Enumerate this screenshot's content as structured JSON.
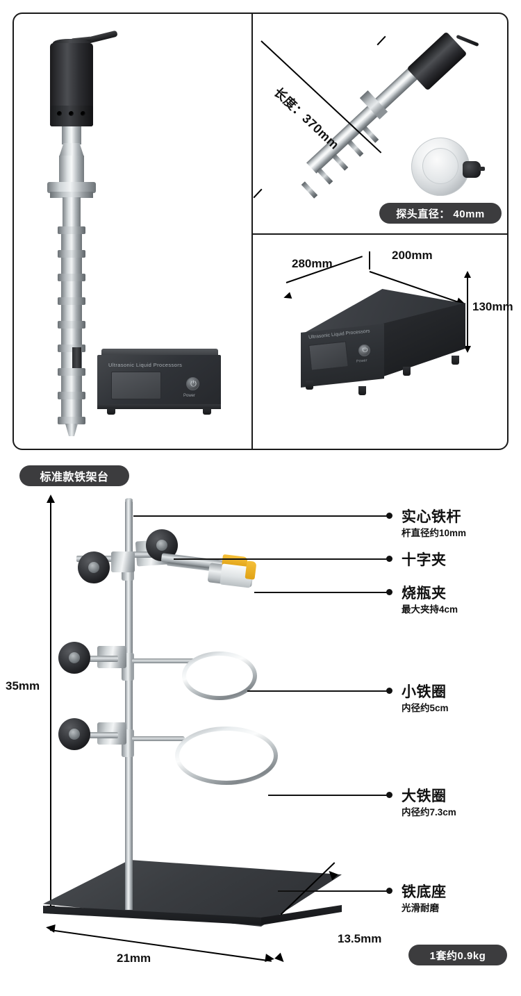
{
  "top_panel": {
    "probe_length_label": "长度：370mm",
    "probe_diameter_badge": "探头直径： 40mm",
    "controller_brand": "Ultrasonic Liquid Processors",
    "power_label": "Power",
    "power_icon": "power-icon",
    "box_dimensions": {
      "width": "280mm",
      "depth": "200mm",
      "height": "130mm"
    }
  },
  "stand_section": {
    "title_badge": "标准款铁架台",
    "weight_badge": "1套约0.9kg",
    "height_dim": "35mm",
    "base_width_dim": "21mm",
    "base_depth_dim": "13.5mm",
    "callouts": [
      {
        "title": "实心铁杆",
        "sub": "杆直径约10mm"
      },
      {
        "title": "十字夹",
        "sub": ""
      },
      {
        "title": "烧瓶夹",
        "sub": "最大夹持4cm"
      },
      {
        "title": "小铁圈",
        "sub": "内径约5cm"
      },
      {
        "title": "大铁圈",
        "sub": "内径约7.3cm"
      },
      {
        "title": "铁底座",
        "sub": "光滑耐磨"
      }
    ]
  },
  "colors": {
    "badge_bg": "#3c3c3e",
    "badge_text": "#ffffff",
    "line": "#111111",
    "jaw_accent": "#f0b427"
  }
}
